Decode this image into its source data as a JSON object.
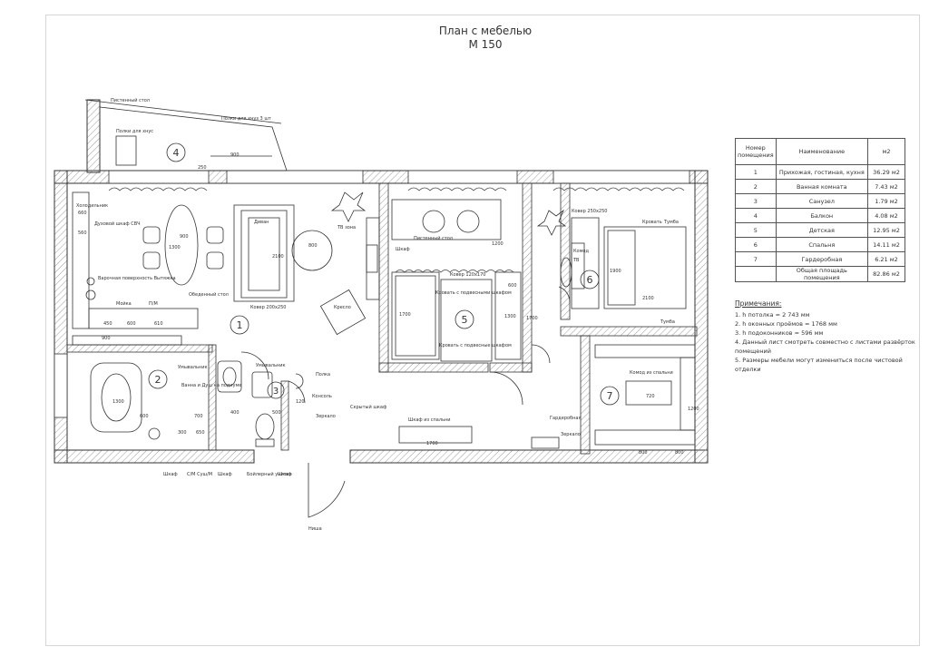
{
  "title": {
    "line1": "План с мебелью",
    "line2": "М 150"
  },
  "table": {
    "headers": {
      "num": "Номер помещения",
      "name": "Наименование",
      "area": "м2"
    },
    "rows": [
      {
        "num": "1",
        "name": "Прихожая, гостиная, кухня",
        "area": "36.29 м2"
      },
      {
        "num": "2",
        "name": "Ванная комната",
        "area": "7.43 м2"
      },
      {
        "num": "3",
        "name": "Санузел",
        "area": "1.79 м2"
      },
      {
        "num": "4",
        "name": "Балкон",
        "area": "4.08 м2"
      },
      {
        "num": "5",
        "name": "Детская",
        "area": "12.95 м2"
      },
      {
        "num": "6",
        "name": "Спальня",
        "area": "14.11 м2"
      },
      {
        "num": "7",
        "name": "Гардеробная",
        "area": "6.21 м2"
      }
    ],
    "total": {
      "name": "Общая площадь помещения",
      "area": "82.86 м2"
    }
  },
  "notes": {
    "header": "Примечания:",
    "items": [
      "1. h потолка = 2 743 мм",
      "2. h оконных проёмов = 1768 мм",
      "3. h подоконников = 596 мм",
      "4. Данный лист смотреть совместно с листами развёрток помещений",
      "5. Размеры мебели могут измениться после чистовой отделки"
    ]
  },
  "room_numbers": [
    "1",
    "2",
    "3",
    "4",
    "5",
    "6",
    "7"
  ],
  "labels": {
    "wall_table": "Пистенный стол",
    "hooks": "Полки для хнус",
    "shelf3": "Полки для хнуз 3 шт",
    "fridge": "Холодильник",
    "oven": "Духовой шкаф СВЧ",
    "worktop": "Варочная поверхность Вытяжка",
    "sink": "Мойка",
    "dishwasher": "П/М",
    "dining_table": "Обеденный стол",
    "sofa": "Диван",
    "rug": "Ковер 200х250",
    "tv": "ТВ зона",
    "armchair": "Кресло",
    "wall_table2": "Пистенный стол",
    "wardrobe": "Шкаф",
    "rug2": "Ковер 120х170",
    "bed_loft": "Кровать с подвесными шкафом",
    "bed_loft2": "Кровать с подвесные шкафом",
    "rug3": "Ковер 250х250",
    "bed": "Кровать",
    "nightstand": "Тумба",
    "chest": "Комод",
    "tv2": "ТВ",
    "tumba2": "Тумба",
    "wash": "Умывальник",
    "bath": "Ванна и Душ на подиуме",
    "wash2": "Умывальник",
    "shelf": "Полка",
    "console": "Консоль",
    "mirror": "Зеркало",
    "hidden_wardrobe": "Скрытый шкаф",
    "shoe_cabinet": "Шкаф из спальни",
    "wardrobe_room": "Гардеробная",
    "mirror2": "Зеркало",
    "dresser": "Комод из спальни",
    "cab1": "Шкаф",
    "washer": "С/М Суш/М",
    "cab2": "Шкаф",
    "cab3": "Шкаф",
    "boiler": "Бойлерный унитаз",
    "niche": "Ниша"
  },
  "dims": {
    "d900a": "900",
    "d250": "250",
    "d660": "660",
    "d560": "560",
    "d1300": "1300",
    "d900b": "900",
    "d2100": "2100",
    "d800": "800",
    "d450": "450",
    "d600": "600",
    "d610": "610",
    "d900c": "900",
    "d1700a": "1700",
    "d600b": "600",
    "d1300b": "1300",
    "d1200": "1200",
    "d2100b": "2100",
    "d1900": "1900",
    "d1300c": "1300",
    "d700": "700",
    "d600c": "600",
    "d1700b": "1700",
    "d720": "720",
    "d800b": "800",
    "d800c": "800",
    "d1200b": "1200",
    "d300": "300",
    "d400": "400",
    "d120": "120",
    "d650": "650",
    "d500": "500",
    "d1700c": "1700"
  }
}
